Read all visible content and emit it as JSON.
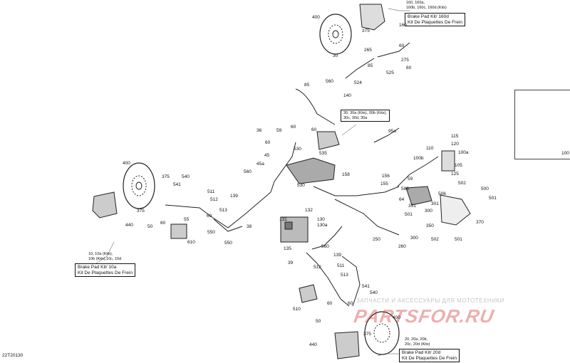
{
  "diagram_code": "22T20130",
  "watermark": {
    "tagline": "ЗАПЧАСТИ И АКСЕССУАРЫ ДЛЯ МОТОТЕХНИКИ",
    "brand": "PARTSFOR.RU"
  },
  "callout_boxes": {
    "top": {
      "header": [
        "160, 160a,",
        "160b, 160c, 160d (Kits)"
      ],
      "lines": [
        "Brake Pad Kit/ 160d",
        "Kit De Plaquettes De Frein"
      ]
    },
    "left": {
      "header": [
        "10, 10a (Kits),",
        "10b (Kits),10c, 10d"
      ],
      "lines": [
        "Brake Pad Kit/ 10a",
        "Kit De Plaquettes De Frein"
      ]
    },
    "bottom": {
      "header": [
        "20, 20a, 20b,",
        "20c, 20d (Kits)"
      ],
      "lines": [
        "Brake Pad Kit/ 20d",
        "Kit De Plaquettes De Frein"
      ]
    },
    "master": {
      "header": [
        "30, 30a (Kits), 30b (Kits),",
        "30c, 30d, 30a"
      ]
    }
  },
  "part_numbers": [
    "400",
    "160",
    "375",
    "265",
    "60",
    "275",
    "60",
    "85",
    "525",
    "524",
    "560",
    "140",
    "85",
    "60",
    "30",
    "95a",
    "115",
    "120",
    "110",
    "100a",
    "100b",
    "105",
    "125",
    "36",
    "59",
    "60",
    "60",
    "45",
    "535",
    "530",
    "45a",
    "560",
    "158",
    "156",
    "155",
    "59",
    "64",
    "586",
    "530",
    "400",
    "375",
    "540",
    "541",
    "512",
    "511",
    "139",
    "375",
    "513",
    "50",
    "60",
    "55",
    "550",
    "440",
    "610",
    "38",
    "550",
    "60",
    "131",
    "132",
    "130",
    "130a",
    "351",
    "506",
    "502",
    "300",
    "501",
    "301",
    "370",
    "500",
    "501",
    "502",
    "350",
    "250",
    "300",
    "501",
    "260",
    "135",
    "560",
    "139",
    "39",
    "512",
    "513",
    "511",
    "510",
    "541",
    "540",
    "60",
    "60",
    "50",
    "375",
    "440",
    "400",
    "100"
  ]
}
